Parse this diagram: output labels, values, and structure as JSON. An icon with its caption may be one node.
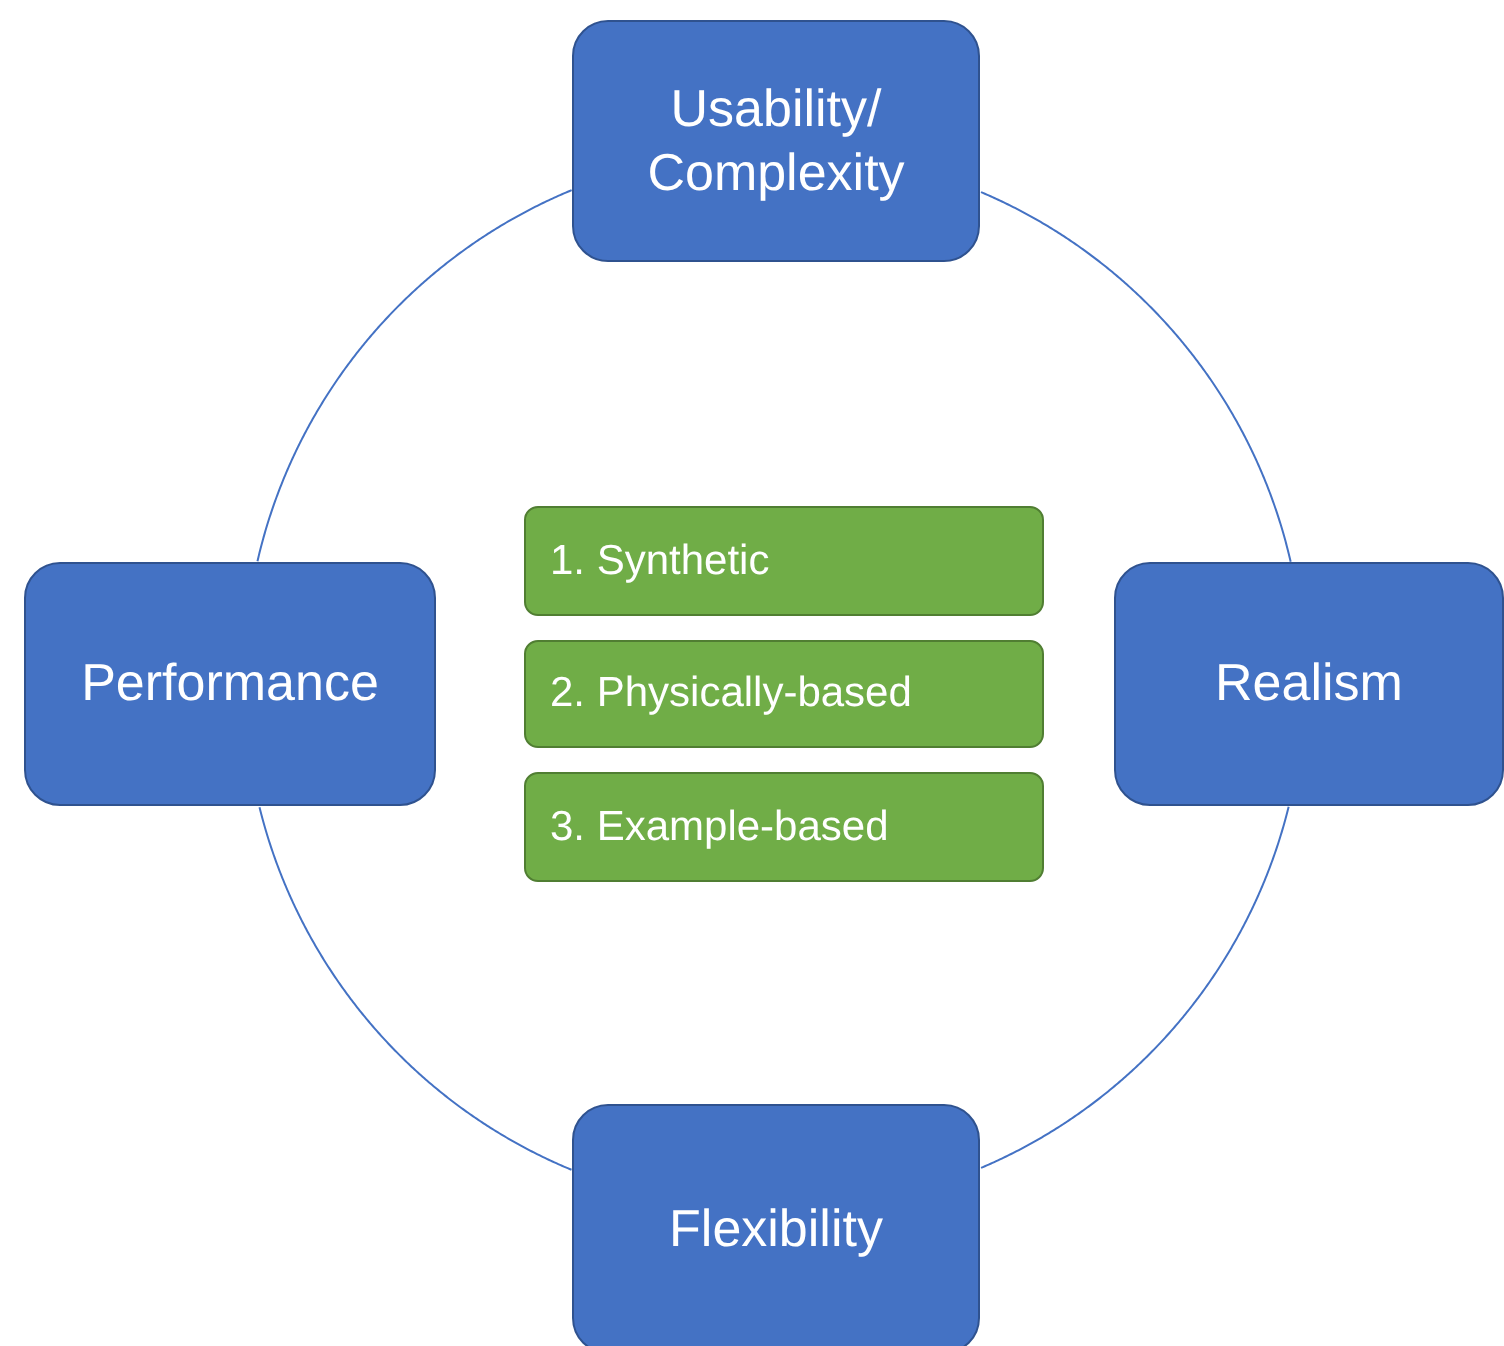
{
  "diagram": {
    "nodes": [
      {
        "text": [
          "Usability/ Complexity"
        ]
      },
      {
        "text": [
          "Realism"
        ]
      },
      {
        "text": [
          "Flexibility"
        ]
      },
      {
        "text": [
          "Performance"
        ]
      },
      {
        "text": [
          "1. Synthetic"
        ]
      },
      {
        "text": [
          "2. Physically-based"
        ]
      },
      {
        "text": [
          "3. Example-based"
        ]
      }
    ],
    "edges": [
      {
        "from": 0,
        "to": 1,
        "arrow": "none"
      },
      {
        "from": 1,
        "to": 2,
        "arrow": "none"
      },
      {
        "from": 2,
        "to": 3,
        "arrow": "none"
      },
      {
        "from": 3,
        "to": 0,
        "arrow": "none"
      }
    ]
  }
}
